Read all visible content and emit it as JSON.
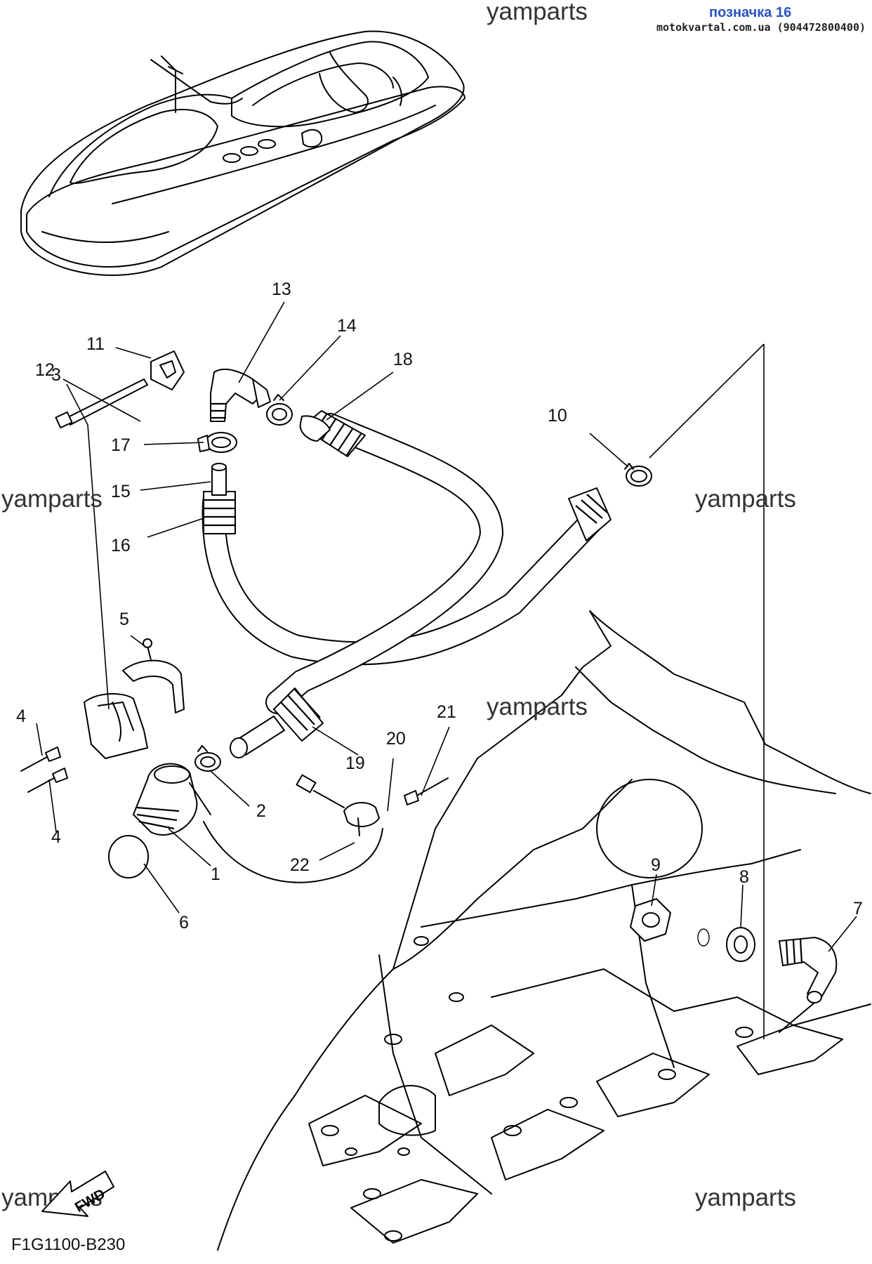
{
  "header": {
    "label": "позначка 16",
    "label_color": "#2a52be",
    "site": "motokvartal.com.ua (904472800400)"
  },
  "watermarks": [
    "yamparts",
    "yamparts",
    "yamparts",
    "yamparts",
    "yamparts",
    "yamparts"
  ],
  "part_numbers": [
    "1",
    "2",
    "3",
    "4",
    "4",
    "5",
    "6",
    "7",
    "8",
    "9",
    "10",
    "11",
    "12",
    "13",
    "14",
    "15",
    "16",
    "17",
    "18",
    "19",
    "20",
    "21",
    "22"
  ],
  "fwd_label": "FWD",
  "diagram_code": "F1G1100-B230"
}
